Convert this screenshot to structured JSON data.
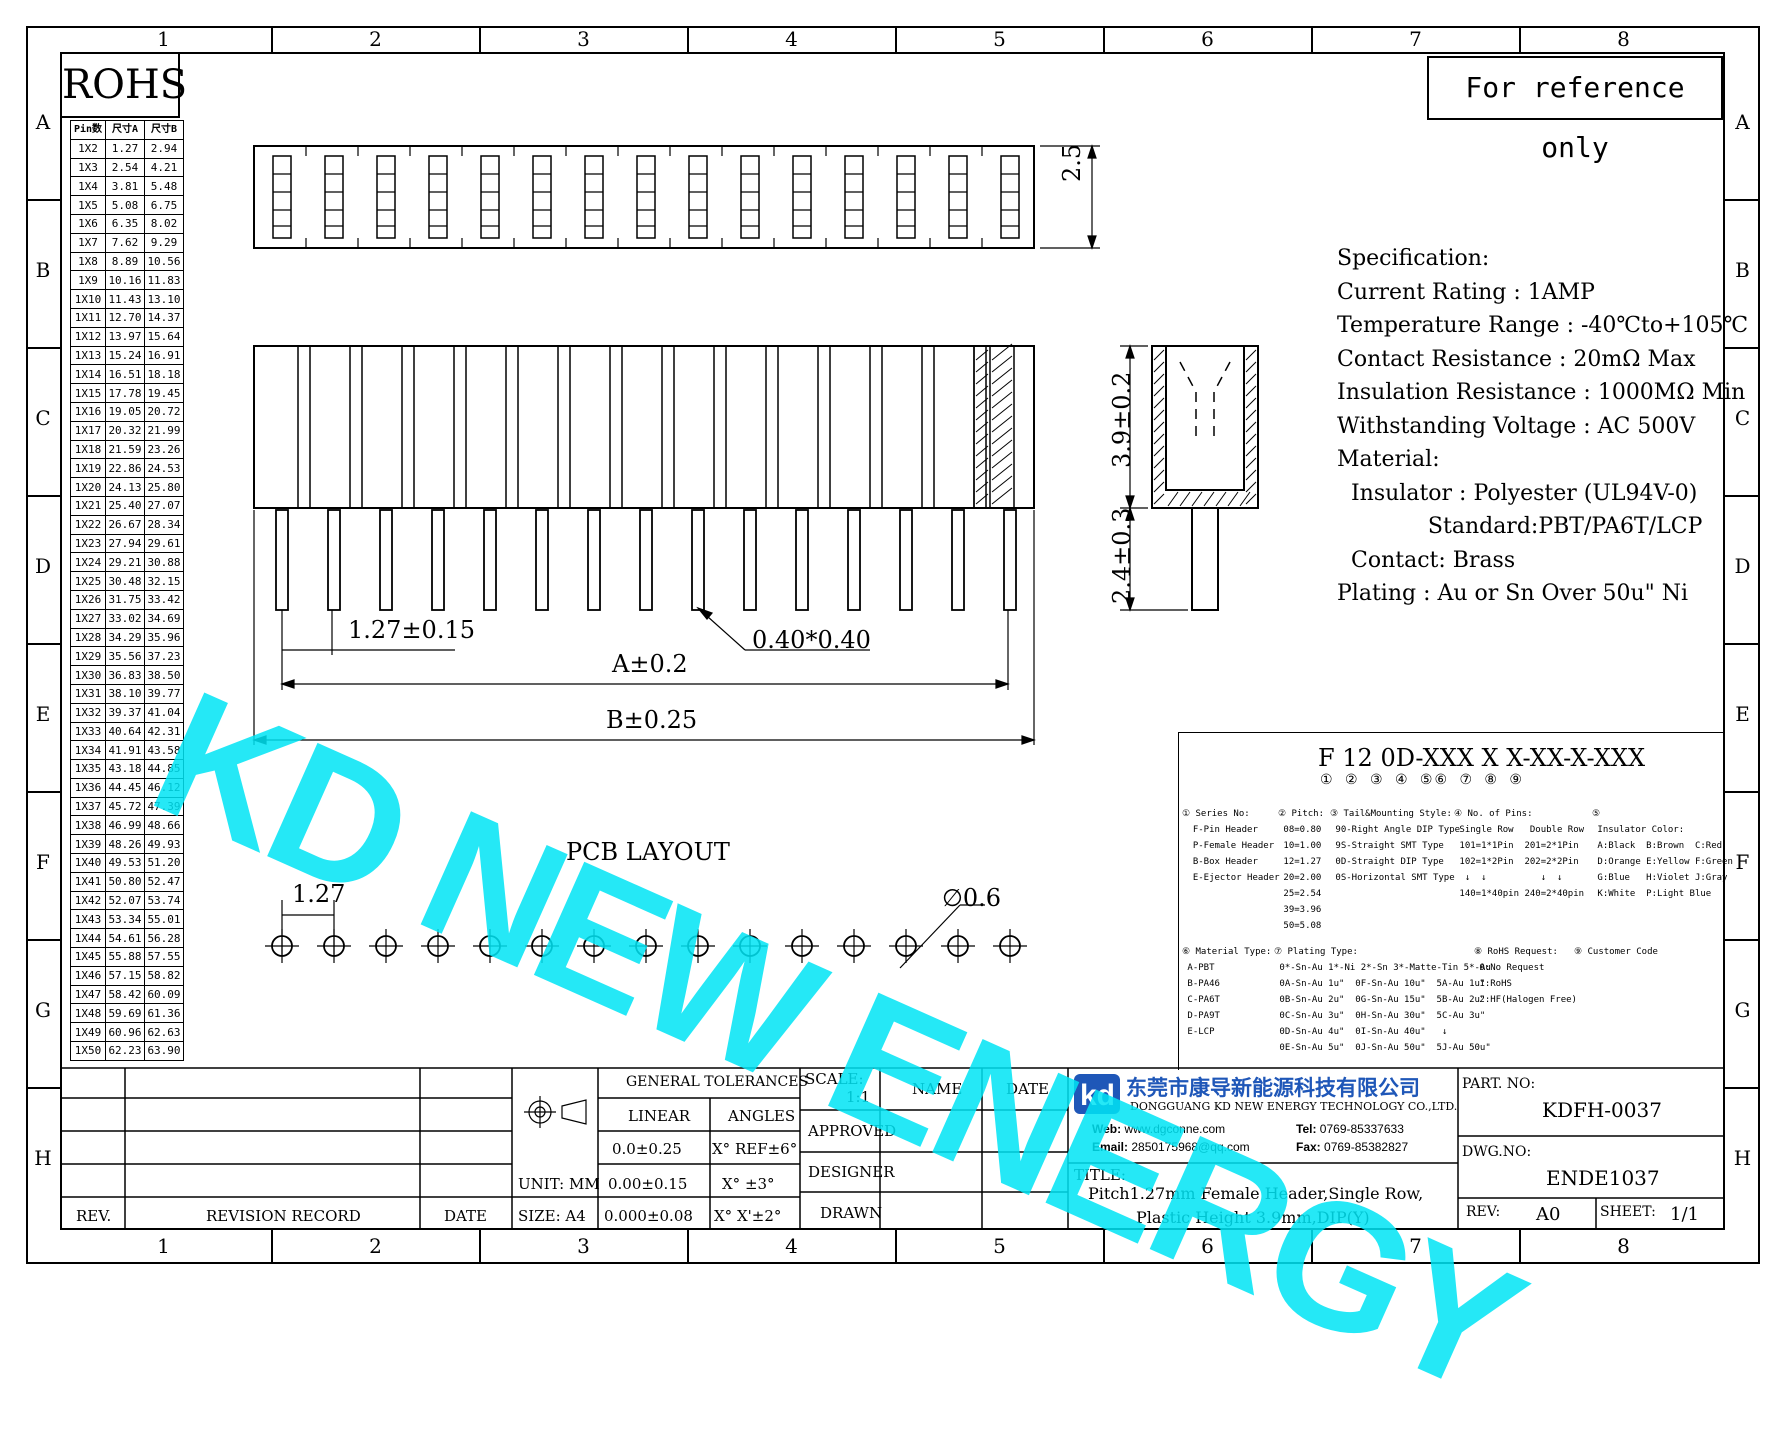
{
  "zones": {
    "columns": [
      "1",
      "2",
      "3",
      "4",
      "5",
      "6",
      "7",
      "8"
    ],
    "rows": [
      "A",
      "B",
      "C",
      "D",
      "E",
      "F",
      "G",
      "H"
    ]
  },
  "rohs_label": "ROHS",
  "reference_note": "For reference only",
  "watermark": "KD NEW ENERGY",
  "pin_table": {
    "headers": [
      "Pin数",
      "尺寸A",
      "尺寸B"
    ],
    "rows": [
      [
        "1X2",
        "1.27",
        "2.94"
      ],
      [
        "1X3",
        "2.54",
        "4.21"
      ],
      [
        "1X4",
        "3.81",
        "5.48"
      ],
      [
        "1X5",
        "5.08",
        "6.75"
      ],
      [
        "1X6",
        "6.35",
        "8.02"
      ],
      [
        "1X7",
        "7.62",
        "9.29"
      ],
      [
        "1X8",
        "8.89",
        "10.56"
      ],
      [
        "1X9",
        "10.16",
        "11.83"
      ],
      [
        "1X10",
        "11.43",
        "13.10"
      ],
      [
        "1X11",
        "12.70",
        "14.37"
      ],
      [
        "1X12",
        "13.97",
        "15.64"
      ],
      [
        "1X13",
        "15.24",
        "16.91"
      ],
      [
        "1X14",
        "16.51",
        "18.18"
      ],
      [
        "1X15",
        "17.78",
        "19.45"
      ],
      [
        "1X16",
        "19.05",
        "20.72"
      ],
      [
        "1X17",
        "20.32",
        "21.99"
      ],
      [
        "1X18",
        "21.59",
        "23.26"
      ],
      [
        "1X19",
        "22.86",
        "24.53"
      ],
      [
        "1X20",
        "24.13",
        "25.80"
      ],
      [
        "1X21",
        "25.40",
        "27.07"
      ],
      [
        "1X22",
        "26.67",
        "28.34"
      ],
      [
        "1X23",
        "27.94",
        "29.61"
      ],
      [
        "1X24",
        "29.21",
        "30.88"
      ],
      [
        "1X25",
        "30.48",
        "32.15"
      ],
      [
        "1X26",
        "31.75",
        "33.42"
      ],
      [
        "1X27",
        "33.02",
        "34.69"
      ],
      [
        "1X28",
        "34.29",
        "35.96"
      ],
      [
        "1X29",
        "35.56",
        "37.23"
      ],
      [
        "1X30",
        "36.83",
        "38.50"
      ],
      [
        "1X31",
        "38.10",
        "39.77"
      ],
      [
        "1X32",
        "39.37",
        "41.04"
      ],
      [
        "1X33",
        "40.64",
        "42.31"
      ],
      [
        "1X34",
        "41.91",
        "43.58"
      ],
      [
        "1X35",
        "43.18",
        "44.85"
      ],
      [
        "1X36",
        "44.45",
        "46.12"
      ],
      [
        "1X37",
        "45.72",
        "47.39"
      ],
      [
        "1X38",
        "46.99",
        "48.66"
      ],
      [
        "1X39",
        "48.26",
        "49.93"
      ],
      [
        "1X40",
        "49.53",
        "51.20"
      ],
      [
        "1X41",
        "50.80",
        "52.47"
      ],
      [
        "1X42",
        "52.07",
        "53.74"
      ],
      [
        "1X43",
        "53.34",
        "55.01"
      ],
      [
        "1X44",
        "54.61",
        "56.28"
      ],
      [
        "1X45",
        "55.88",
        "57.55"
      ],
      [
        "1X46",
        "57.15",
        "58.82"
      ],
      [
        "1X47",
        "58.42",
        "60.09"
      ],
      [
        "1X48",
        "59.69",
        "61.36"
      ],
      [
        "1X49",
        "60.96",
        "62.63"
      ],
      [
        "1X50",
        "62.23",
        "63.90"
      ]
    ]
  },
  "dimensions": {
    "top_height": "2.5",
    "pitch": "1.27±0.15",
    "pin_size": "0.40*0.40",
    "dim_a": "A±0.2",
    "dim_b": "B±0.25",
    "side_height": "3.9±0.2",
    "tail_length": "2.4±0.3",
    "pcb_pitch": "1.27",
    "hole_dia": "∅0.6"
  },
  "pcb_layout_label": "PCB LAYOUT",
  "specification": {
    "lines": [
      "Specification:",
      "Current Rating : 1AMP",
      "Temperature Range : -40℃to+105℃",
      "Contact Resistance : 20mΩ Max",
      "Insulation Resistance : 1000MΩ Min",
      "Withstanding Voltage : AC 500V",
      "Material:",
      "  Insulator : Polyester (UL94V-0)",
      "             Standard:PBT/PA6T/LCP",
      "  Contact: Brass",
      "Plating : Au or Sn Over 50u\" Ni"
    ]
  },
  "part_code": {
    "code": "F 12 0D-XXX X X-XX-X-XXX",
    "markers": "① ② ③ ④ ⑤⑥ ⑦ ⑧ ⑨",
    "block1": "① Series No:\n  F-Pin Header\n  P-Female Header\n  B-Box Header\n  E-Ejector Header",
    "block2": "② Pitch:\n 08=0.80\n 10=1.00\n 12=1.27\n 20=2.00\n 25=2.54\n 39=3.96\n 50=5.08",
    "block3": "③ Tail&Mounting Style:\n 90-Right Angle DIP Type\n 9S-Straight SMT Type\n 0D-Straight DIP Type\n 0S-Horizontal SMT Type",
    "block4": "④ No. of Pins:\n Single Row   Double Row\n 101=1*1Pin  201=2*1Pin\n 102=1*2Pin  202=2*2Pin\n  ↓  ↓          ↓  ↓\n 140=1*40pin 240=2*40pin",
    "block5": "⑤\n Insulator Color:\n A:Black  B:Brown  C:Red\n D:Orange E:Yellow F:Green\n G:Blue   H:Violet J:Gray\n K:White  P:Light Blue",
    "block6": "⑥ Material Type:\n A-PBT\n B-PA46\n C-PA6T\n D-PA9T\n E-LCP",
    "block7": "⑦ Plating Type:\n 0*-Sn-Au 1*-Ni 2*-Sn 3*-Matte-Tin 5*-Au\n 0A-Sn-Au 1u\"  0F-Sn-Au 10u\"  5A-Au 1u\"\n 0B-Sn-Au 2u\"  0G-Sn-Au 15u\"  5B-Au 2u\"\n 0C-Sn-Au 3u\"  0H-Sn-Au 30u\"  5C-Au 3u\"\n 0D-Sn-Au 4u\"  0I-Sn-Au 40u\"   ↓\n 0E-Sn-Au 5u\"  0J-Sn-Au 50u\"  5J-Au 50u\"",
    "block8": "⑧ RoHS Request:\n 0:No Request\n 1:RoHS\n 2:HF(Halogen Free)",
    "block9": "⑨ Customer Code"
  },
  "title_block": {
    "rev_header": "REV.",
    "revision_record": "REVISION RECORD",
    "date_header": "DATE",
    "general_tolerances": "GENERAL TOLERANCES",
    "linear": "LINEAR",
    "angles": "ANGLES",
    "lin1": "0.0±0.25",
    "lin2": "0.00±0.15",
    "lin3": "0.000±0.08",
    "ang1": "X° REF±6°",
    "ang2": "X° ±3°",
    "ang3": "X° X'±2°",
    "unit": "UNIT: MM",
    "size": "SIZE: A4",
    "scale_label": "SCALE:",
    "scale_value": "1:1",
    "name": "NAME",
    "date": "DATE",
    "approved": "APPROVED",
    "designer": "DESIGNER",
    "drawn": "DRAWN",
    "company_cn": "东莞市康导新能源科技有限公司",
    "company_en": "DONGGUANG KD NEW ENERGY TECHNOLOGY CO.,LTD.",
    "web_label": "Web:",
    "web": "www.dgconne.com",
    "tel_label": "Tel:",
    "tel": "0769-85337633",
    "email_label": "Email:",
    "email": "2850175968@qq.com",
    "fax_label": "Fax:",
    "fax": "0769-85382827",
    "title_label": "TITLE:",
    "title_line1": "Pitch1.27mm Female Header,Single Row,",
    "title_line2": "Plastic Height 3.9mm,DIP(Y)",
    "part_no_label": "PART. NO:",
    "part_no": "KDFH-0037",
    "dwg_no_label": "DWG.NO:",
    "dwg_no": "ENDE1037",
    "rev_label": "REV:",
    "rev": "A0",
    "sheet_label": "SHEET:",
    "sheet": "1/1"
  },
  "colors": {
    "watermark": "#00e5f5",
    "logo": "#1f57b8"
  }
}
